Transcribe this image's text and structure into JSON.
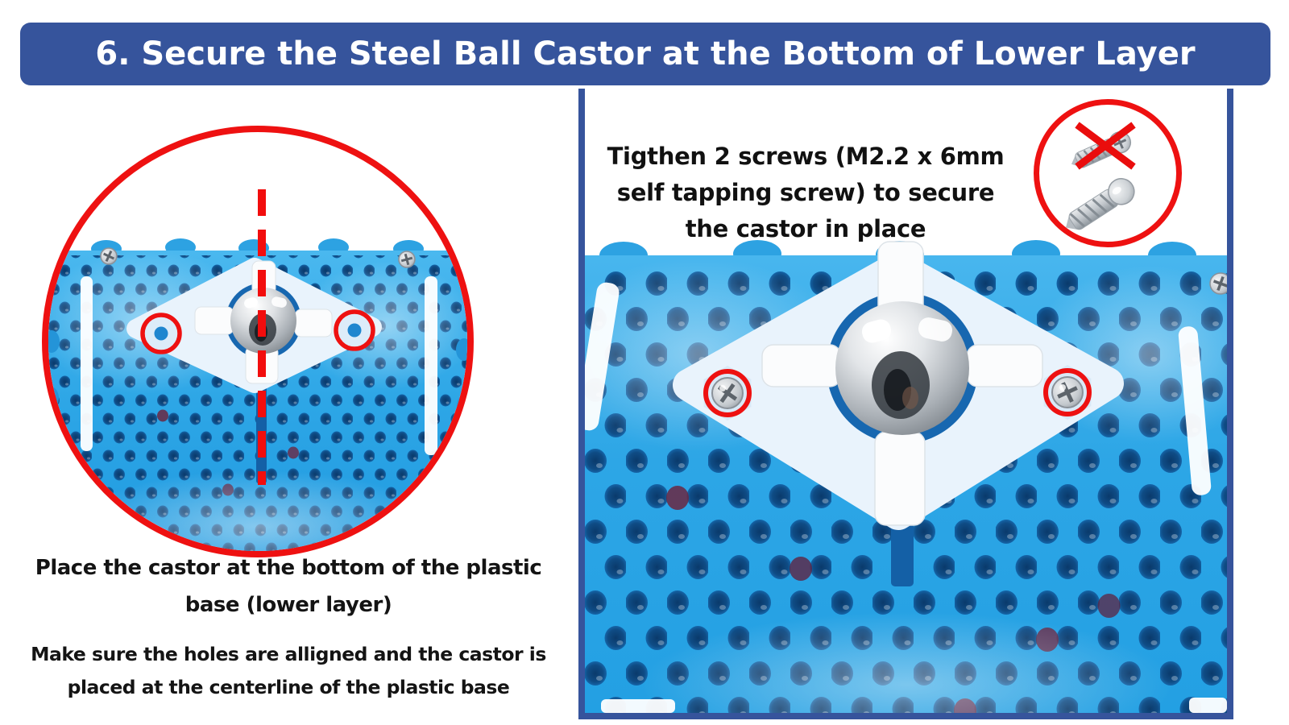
{
  "header": {
    "title": "6. Secure the Steel Ball Castor at the Bottom of Lower Layer",
    "background_color": "#36549c",
    "text_color": "#ffffff"
  },
  "left_figure": {
    "image_name": "castor-placement-closeup-photo",
    "caption_placement": {
      "line1": "Place the castor at the bottom of the plastic",
      "line2": "base (lower layer)"
    },
    "caption_alignment": {
      "line1": "Make sure the holes are alligned and the castor is",
      "line2": "placed at the centerline of the plastic base"
    }
  },
  "right_panel": {
    "image_name": "castor-secured-photo",
    "inset_name": "wrong-screw-warning",
    "instruction": {
      "line1": "Tigthen 2 screws (M2.2 x 6mm",
      "line2": "self tapping screw) to secure",
      "line3": "the castor in place"
    }
  },
  "colors": {
    "banner_blue": "#36549c",
    "panel_border_blue": "#36549c",
    "annotation_red": "#ee1111",
    "board_blue": "#2fa9e4",
    "hole_navy": "#0d4377",
    "castor_mount": "#e9f3fc",
    "steel_silver": "#b9bdc2"
  }
}
